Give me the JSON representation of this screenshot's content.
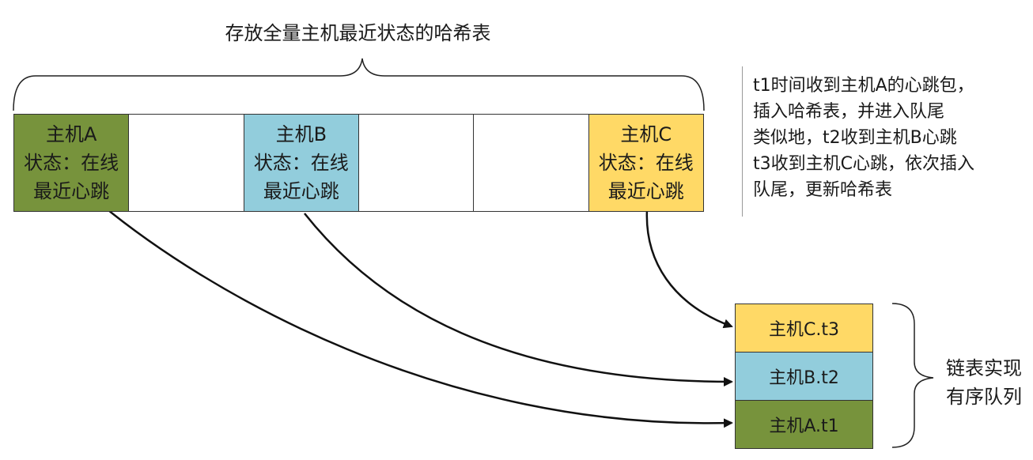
{
  "title": "存放全量主机最近状态的哈希表",
  "hash_table": {
    "slots": [
      {
        "name": "主机A",
        "status": "状态：在线",
        "heartbeat": "最近心跳",
        "color": "#77933c"
      },
      {},
      {
        "name": "主机B",
        "status": "状态：在线",
        "heartbeat": "最近心跳",
        "color": "#92cddc"
      },
      {},
      {},
      {
        "name": "主机C",
        "status": "状态：在线",
        "heartbeat": "最近心跳",
        "color": "#ffd966"
      }
    ]
  },
  "note": {
    "lines": [
      "t1时间收到主机A的心跳包，",
      "插入哈希表，并进入队尾",
      "类似地，t2收到主机B心跳",
      "t3收到主机C心跳，依次插入",
      "队尾，更新哈希表"
    ]
  },
  "queue": {
    "nodes": [
      {
        "label": "主机C.t3",
        "color": "#ffd966"
      },
      {
        "label": "主机B.t2",
        "color": "#92cddc"
      },
      {
        "label": "主机A.t1",
        "color": "#77933c"
      }
    ],
    "label_line1": "链表实现",
    "label_line2": "有序队列"
  }
}
